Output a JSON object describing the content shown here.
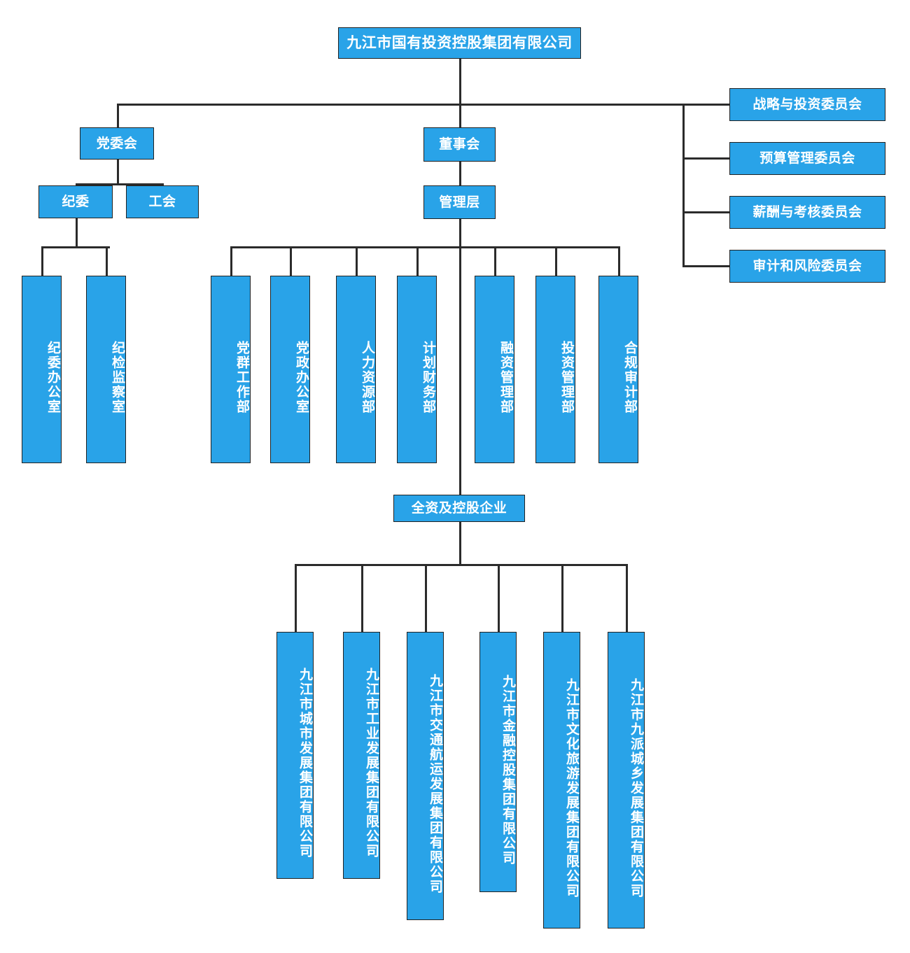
{
  "chart_data": {
    "type": "diagram",
    "title": "九江市国有投资控股集团有限公司 组织架构图",
    "accent_color": "#29a3e8",
    "line_color": "#2b2b2b",
    "text_color": "#ffffff"
  },
  "root": {
    "label": "九江市国有投资控股集团有限公司"
  },
  "level2": {
    "party_committee": "党委会",
    "board": "董事会"
  },
  "level3": {
    "discipline": "纪委",
    "union": "工会",
    "management": "管理层"
  },
  "committees": [
    {
      "label": "战略与投资委员会"
    },
    {
      "label": "预算管理委员会"
    },
    {
      "label": "薪酬与考核委员会"
    },
    {
      "label": "审计和风险委员会"
    }
  ],
  "discipline_departments": [
    {
      "label": "纪委办公室"
    },
    {
      "label": "纪检监察室"
    }
  ],
  "departments": [
    {
      "label": "党群工作部"
    },
    {
      "label": "党政办公室"
    },
    {
      "label": "人力资源部"
    },
    {
      "label": "计划财务部"
    },
    {
      "label": "融资管理部"
    },
    {
      "label": "投资管理部"
    },
    {
      "label": "合规审计部"
    }
  ],
  "subsidiaries_group": {
    "label": "全资及控股企业"
  },
  "subsidiaries": [
    {
      "label": "九江市城市发展集团有限公司"
    },
    {
      "label": "九江市工业发展集团有限公司"
    },
    {
      "label": "九江市交通航运发展集团有限公司"
    },
    {
      "label": "九江市金融控股集团有限公司"
    },
    {
      "label": "九江市文化旅游发展集团有限公司"
    },
    {
      "label": "九江市九派城乡发展集团有限公司"
    }
  ]
}
